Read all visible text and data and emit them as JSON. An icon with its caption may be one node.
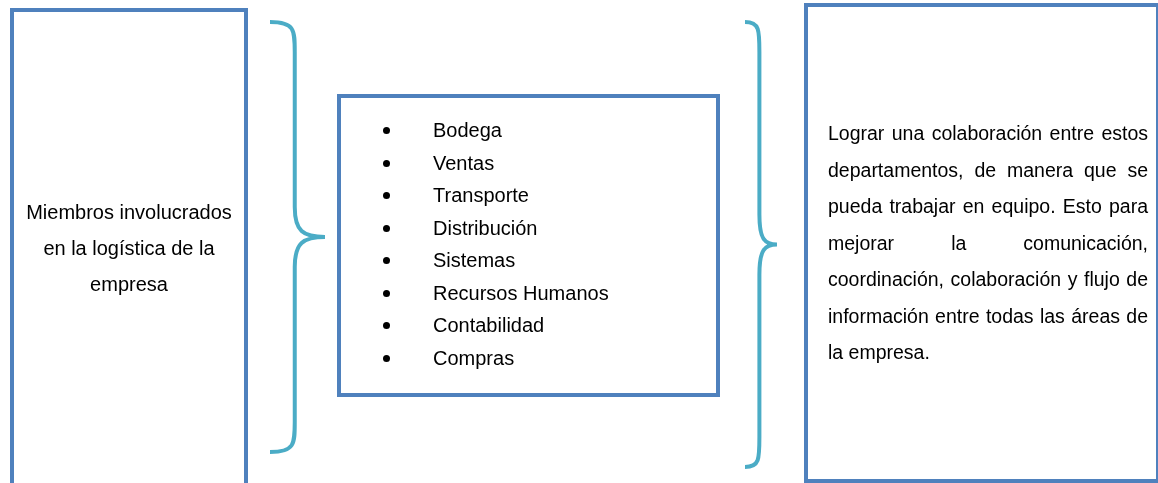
{
  "diagram": {
    "nodes": [
      {
        "text": [
          "Miembros involucrados en la logística de la empresa"
        ]
      },
      {
        "text": [
          "Bodega",
          "Ventas",
          "Transporte",
          "Distribución",
          "Sistemas",
          "Recursos Humanos",
          "Contabilidad",
          "Compras"
        ]
      },
      {
        "text": [
          "Lograr una colaboración entre estos departamentos, de manera que se pueda trabajar en equipo. Esto para mejorar la comunicación, coordinación, colaboración y flujo de información entre todas las áreas de la empresa."
        ]
      }
    ]
  }
}
